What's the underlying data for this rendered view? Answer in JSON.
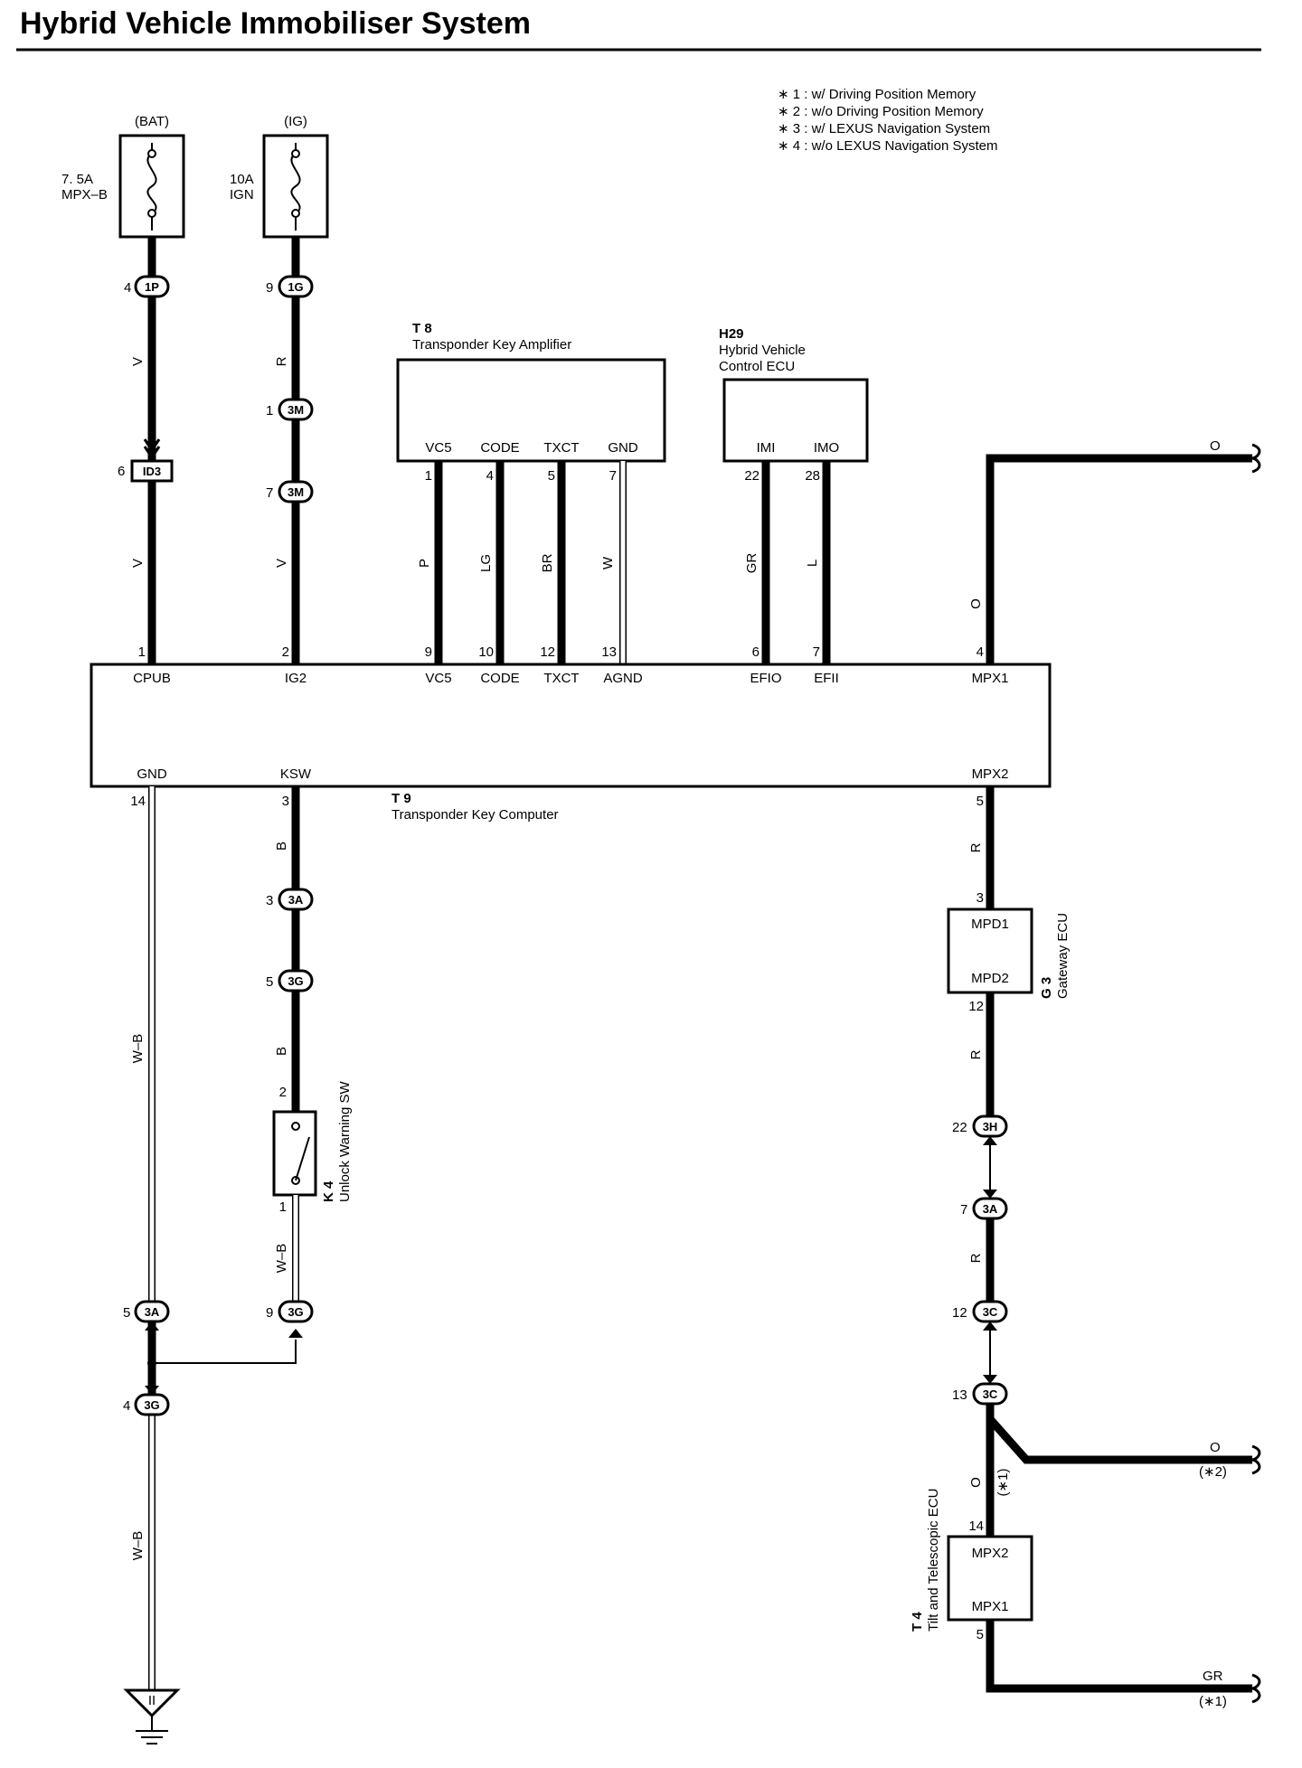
{
  "title": "Hybrid Vehicle Immobiliser System",
  "notes": [
    "∗ 1 : w/ Driving Position Memory",
    "∗ 2 : w/o Driving Position Memory",
    "∗ 3 : w/ LEXUS Navigation System",
    "∗ 4 : w/o LEXUS Navigation System"
  ],
  "fuses": {
    "bat": {
      "source": "(BAT)",
      "rating": "7. 5A",
      "name": "MPX–B"
    },
    "ig": {
      "source": "(IG)",
      "rating": "10A",
      "name": "IGN"
    }
  },
  "connectors": {
    "c1P": "1P",
    "c1G": "1G",
    "c3M_a": "3M",
    "c3M_b": "3M",
    "cID3": "ID3",
    "c3A_ksw": "3A",
    "c3G_ksw": "3G",
    "c3A_gnd": "3A",
    "c3G_gnd9": "3G",
    "c3G_gnd4": "3G",
    "c3H": "3H",
    "c3A_r": "3A",
    "c3C_a": "3C",
    "c3C_b": "3C"
  },
  "pins": {
    "p4_1P": "4",
    "p9_1G": "9",
    "p1_3M": "1",
    "p7_3M": "7",
    "p6_ID3": "6",
    "t8_1": "1",
    "t8_4": "4",
    "t8_5": "5",
    "t8_7": "7",
    "h29_22": "22",
    "h29_28": "28",
    "t9_1": "1",
    "t9_2": "2",
    "t9_9": "9",
    "t9_10": "10",
    "t9_12": "12",
    "t9_13": "13",
    "t9_6": "6",
    "t9_7": "7",
    "t9_4": "4",
    "t9_14": "14",
    "t9_3": "3",
    "t9_5": "5",
    "p3_3A": "3",
    "p5_3G": "5",
    "k4_2": "2",
    "k4_1": "1",
    "p5_3A": "5",
    "p9_3G": "9",
    "p4_3G": "4",
    "g3_3": "3",
    "g3_12": "12",
    "p22_3H": "22",
    "p7_3A": "7",
    "p12_3C": "12",
    "p13_3C": "13",
    "t4_14": "14",
    "t4_5": "5"
  },
  "components": {
    "t8": {
      "code": "T 8",
      "name": "Transponder Key Amplifier",
      "terminals": [
        "VC5",
        "CODE",
        "TXCT",
        "GND"
      ]
    },
    "h29": {
      "code": "H29",
      "name_line1": "Hybrid Vehicle",
      "name_line2": "Control ECU",
      "terminals": [
        "IMI",
        "IMO"
      ]
    },
    "t9": {
      "code": "T 9",
      "name": "Transponder Key Computer",
      "top_terminals": [
        "CPUB",
        "IG2",
        "VC5",
        "CODE",
        "TXCT",
        "AGND",
        "EFIO",
        "EFII",
        "MPX1"
      ],
      "bottom_terminals": [
        "GND",
        "KSW",
        "MPX2"
      ]
    },
    "k4": {
      "code": "K 4",
      "name": "Unlock Warning SW"
    },
    "g3": {
      "code": "G 3",
      "name": "Gateway ECU",
      "terminals": [
        "MPD1",
        "MPD2"
      ]
    },
    "t4": {
      "code": "T 4",
      "name": "Tilt and Telescopic ECU",
      "terminals": [
        "MPX2",
        "MPX1"
      ]
    }
  },
  "wire_colors": {
    "bat_v1": "V",
    "bat_v2": "V",
    "ig_r": "R",
    "ig_v": "V",
    "vc5": "P",
    "code": "LG",
    "txct": "BR",
    "gnd": "W",
    "efio": "GR",
    "efii": "L",
    "mpx1": "O",
    "top_right": "O",
    "gnd_wb": "W–B",
    "ksw_b1": "B",
    "ksw_b2": "B",
    "k4_wb": "W–B",
    "gnd_wb2": "W–B",
    "mpx2_r1": "R",
    "mpx2_r2": "R",
    "mpx2_r3": "R",
    "t4_o": "O",
    "branch_o": "O",
    "out_gr": "GR"
  },
  "variant_marks": {
    "branch": "(∗2)",
    "t4_in": "(∗1)",
    "out_gr": "(∗1)"
  },
  "ground_symbol": "II"
}
